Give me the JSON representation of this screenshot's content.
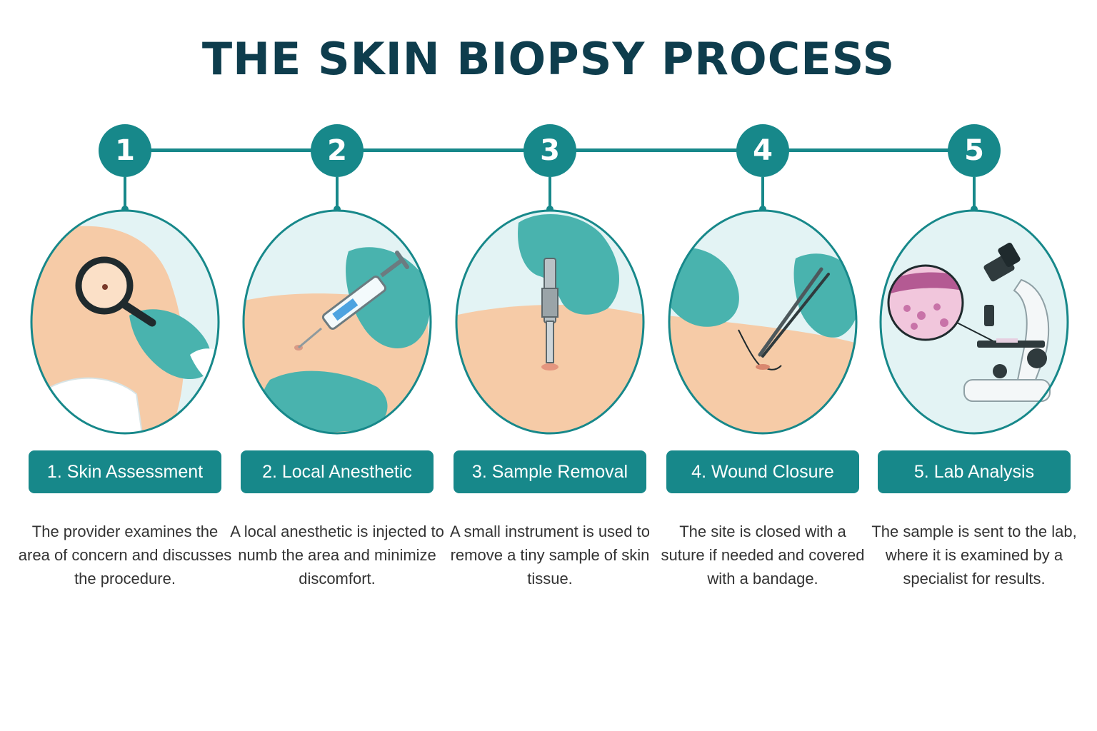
{
  "title": "THE SKIN BIOPSY PROCESS",
  "colors": {
    "accent": "#17888a",
    "title": "#0e3d4d",
    "skin": "#f6cba7",
    "glove": "#49b3ae",
    "background_circle": "#e3f3f4"
  },
  "steps": [
    {
      "number": "1",
      "label": "1. Skin Assessment",
      "description": "The provider examines the area of concern and discusses the procedure.",
      "icons": [
        "magnifying-glass-icon",
        "gloved-hand-icon"
      ]
    },
    {
      "number": "2",
      "label": "2. Local Anesthetic",
      "description": "A local anesthetic is injected to numb the area and minimize discomfort.",
      "icons": [
        "syringe-icon",
        "gloved-hand-icon"
      ]
    },
    {
      "number": "3",
      "label": "3. Sample Removal",
      "description": "A small instrument is used to remove a tiny sample of skin tissue.",
      "icons": [
        "punch-biopsy-tool-icon",
        "gloved-hand-icon"
      ]
    },
    {
      "number": "4",
      "label": "4. Wound Closure",
      "description": "The site is closed with a suture if needed and covered with a bandage.",
      "icons": [
        "tweezers-icon",
        "suture-icon",
        "gloved-hand-icon"
      ]
    },
    {
      "number": "5",
      "label": "5. Lab Analysis",
      "description": "The sample is sent to the lab, where it is examined by a specialist for results.",
      "icons": [
        "tissue-sample-icon",
        "microscope-icon"
      ]
    }
  ]
}
